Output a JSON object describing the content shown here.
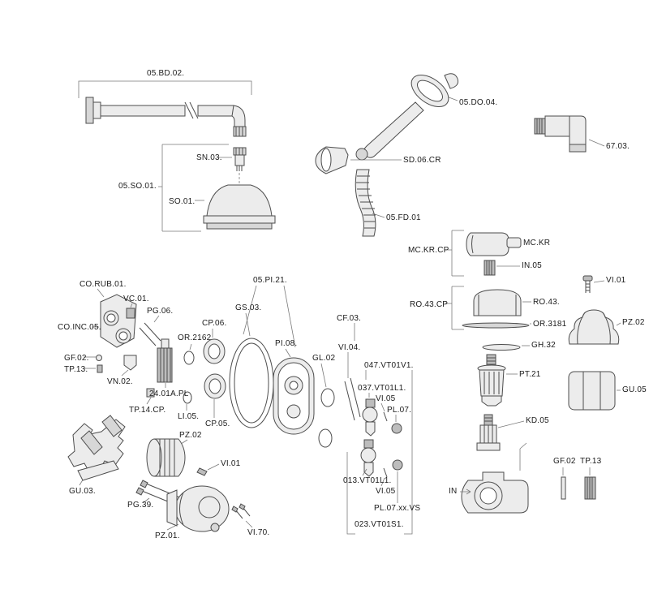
{
  "diagram": {
    "type": "exploded-parts-diagram",
    "subject": "Shower mixer, hand shower and valve spare parts",
    "background_color": "#ffffff",
    "line_color": "#4d4d4d",
    "text_color": "#1b1b1b"
  },
  "labels": [
    {
      "code": "05.BD.02."
    },
    {
      "code": "SN.03."
    },
    {
      "code": "05.SO.01."
    },
    {
      "code": "SO.01."
    },
    {
      "code": "05.DO.04."
    },
    {
      "code": "SD.06.CR"
    },
    {
      "code": "67.03."
    },
    {
      "code": "05.FD.01"
    },
    {
      "code": "MC.KR.CP"
    },
    {
      "code": "MC.KR"
    },
    {
      "code": "IN.05"
    },
    {
      "code": "RO.43.CP"
    },
    {
      "code": "RO.43."
    },
    {
      "code": "OR.3181"
    },
    {
      "code": "VI.01"
    },
    {
      "code": "PZ.02"
    },
    {
      "code": "GH.32"
    },
    {
      "code": "PT.21"
    },
    {
      "code": "GU.05"
    },
    {
      "code": "KD.05"
    },
    {
      "code": "CO.RUB.01."
    },
    {
      "code": "VC.01."
    },
    {
      "code": "PG.06."
    },
    {
      "code": "CO.INC.05."
    },
    {
      "code": "GF.02."
    },
    {
      "code": "TP.13."
    },
    {
      "code": "VN.02."
    },
    {
      "code": "24.01A.PL"
    },
    {
      "code": "TP.14.CP."
    },
    {
      "code": "LI.05."
    },
    {
      "code": "OR.2162"
    },
    {
      "code": "CP.06."
    },
    {
      "code": "GS.03."
    },
    {
      "code": "05.PI.21."
    },
    {
      "code": "CP.05."
    },
    {
      "code": "PI.08."
    },
    {
      "code": "GL.02"
    },
    {
      "code": "CF.03."
    },
    {
      "code": "VI.04."
    },
    {
      "code": "047.VT01V1."
    },
    {
      "code": "037.VT01L1."
    },
    {
      "code": "VI.05"
    },
    {
      "code": "PL.07."
    },
    {
      "code": "013.VT01L1."
    },
    {
      "code": "VI.05"
    },
    {
      "code": "PL.07.xx.VS"
    },
    {
      "code": "023.VT01S1."
    },
    {
      "code": "GU.03."
    },
    {
      "code": "PZ.02"
    },
    {
      "code": "VI.01"
    },
    {
      "code": "PG.39."
    },
    {
      "code": "PZ.01."
    },
    {
      "code": "VI.70."
    },
    {
      "code": "GF.02"
    },
    {
      "code": "TP.13"
    },
    {
      "code": "IN"
    }
  ]
}
